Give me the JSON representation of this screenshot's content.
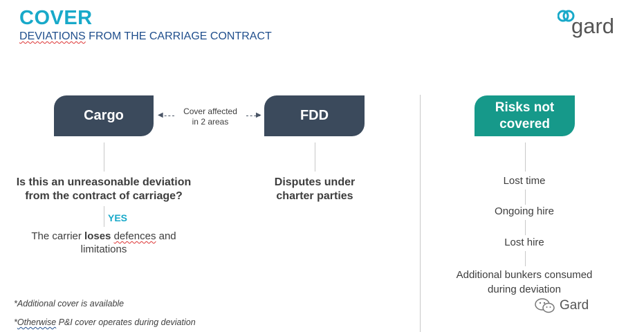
{
  "header": {
    "title": "COVER",
    "subtitle_prefix": "DEVIATIONS",
    "subtitle_rest": " FROM THE CARRIAGE CONTRACT"
  },
  "logo": {
    "text": "gard",
    "icon": "gard-logo-icon"
  },
  "colors": {
    "title": "#18a9c9",
    "box_dark": "#3b4a5c",
    "box_teal": "#16998a"
  },
  "boxes": {
    "cargo": "Cargo",
    "fdd": "FDD",
    "risks": "Risks not covered"
  },
  "connector_label_line1": "Cover affected",
  "connector_label_line2": "in 2 areas",
  "cargo": {
    "question_line1": "Is this an unreasonable deviation",
    "question_line2": "from the contract of carriage?",
    "yes": "YES",
    "outcome_part1": "The carrier ",
    "outcome_bold": "loses",
    "outcome_part2": " ",
    "outcome_squig": "defences",
    "outcome_part3": " and",
    "outcome_line2": "limitations"
  },
  "fdd": {
    "line1": "Disputes under",
    "line2": "charter parties"
  },
  "risks": {
    "items": [
      "Lost time",
      "Ongoing hire",
      "Lost hire"
    ],
    "last_line1": "Additional bunkers consumed",
    "last_line2": "during deviation"
  },
  "notes": {
    "note1": "*Additional cover is available",
    "note2_star": "*",
    "note2_ul": "Otherwise",
    "note2_rest": " P&I cover operates during deviation"
  },
  "watermark": {
    "text": "Gard",
    "icon": "wechat-icon"
  }
}
